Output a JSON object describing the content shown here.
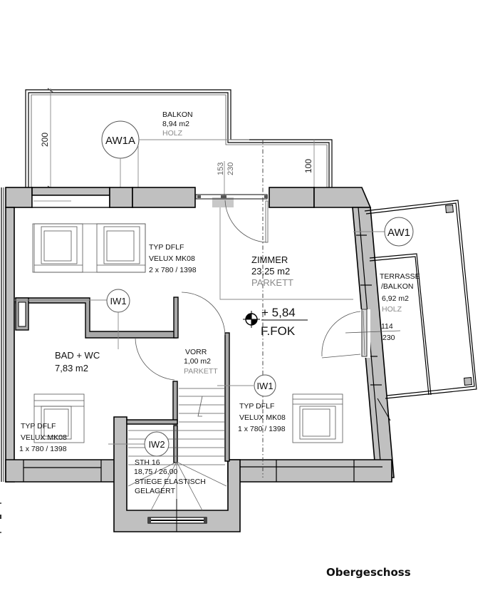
{
  "plan": {
    "title": "Obergeschoss",
    "rooms": [
      {
        "name": "BALKON",
        "area": "8,94 m2",
        "floor": "HOLZ"
      },
      {
        "name": "ZIMMER",
        "area": "23,25 m2",
        "floor": "PARKETT"
      },
      {
        "name": "TERRASSE",
        "name2": "/BALKON",
        "area": "6,92 m2",
        "floor": "HOLZ"
      },
      {
        "name": "BAD + WC",
        "area": "7,83 m2"
      },
      {
        "name": "VORR",
        "area": "1,00 m2",
        "floor": "PARKETT"
      }
    ],
    "wall_tags": {
      "aw1a": "AW1A",
      "aw1": "AW1",
      "iw1_top": "IW1",
      "iw1_mid": "IW1",
      "iw2": "IW2"
    },
    "windows": [
      {
        "line1": "TYP DFLF",
        "line2": "VELUX MK08",
        "line3": "2 x 780 / 1398"
      },
      {
        "line1": "TYP DFLF",
        "line2": "VELUX MK08",
        "line3": "1 x 780 / 1398"
      },
      {
        "line1": "TYP DFLF",
        "line2": "VELUX MK08",
        "line3": "1 x 780 / 1398"
      }
    ],
    "stair": {
      "line1": "STH 16",
      "line2": "18,75 / 26,00",
      "line3": "STIEGE ELASTISCH",
      "line4": "GELAGERT"
    },
    "level": {
      "value": "+ 5,84",
      "ref": "F.FOK"
    },
    "dimensions": {
      "balkon_depth": "200",
      "balkon_depth_right": "100",
      "door_top_a": "153",
      "door_top_b": "230",
      "door_right_a": "114",
      "door_right_b": "230"
    },
    "colors": {
      "wall_fill": "#c0c0c0",
      "line": "#000000",
      "floor_text": "#8a8a8a"
    }
  }
}
